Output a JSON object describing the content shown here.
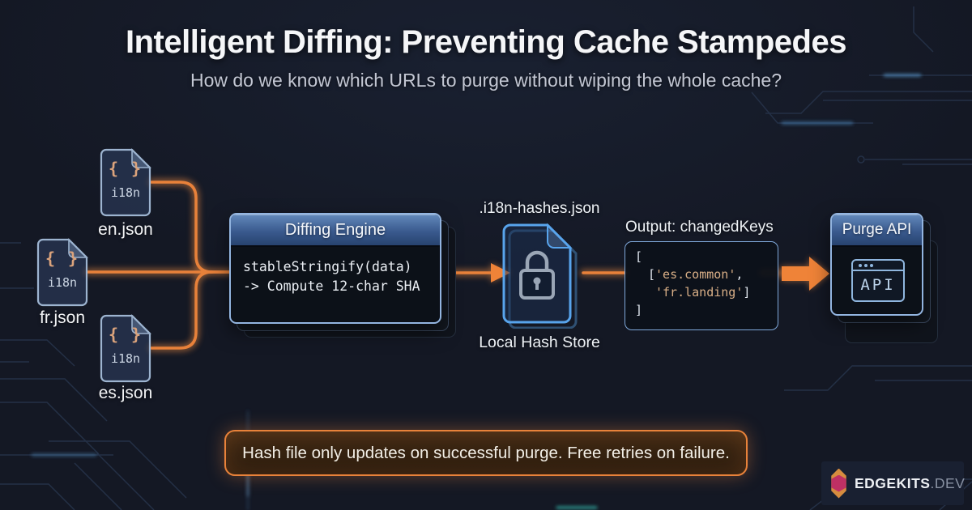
{
  "header": {
    "title": "Intelligent Diffing: Preventing Cache Stampedes",
    "subtitle": "How do we know which URLs to purge without wiping the whole cache?"
  },
  "sources": [
    {
      "braces": "{ }",
      "badge": "i18n",
      "label": "en.json"
    },
    {
      "braces": "{ }",
      "badge": "i18n",
      "label": "fr.json"
    },
    {
      "braces": "{ }",
      "badge": "i18n",
      "label": "es.json"
    }
  ],
  "engine": {
    "title": "Diffing Engine",
    "code_line_1": "stableStringify(data)",
    "code_line_2": "-> Compute 12-char SHA"
  },
  "hash_store": {
    "file_label": ".i18n-hashes.json",
    "caption": "Local Hash Store"
  },
  "output": {
    "label": "Output: changedKeys",
    "bracket_open": "[",
    "row1_open": "[",
    "row1_string": "'es.common'",
    "row1_sep": ",",
    "row2_string": "'fr.landing'",
    "row2_close": "]",
    "bracket_close": "]"
  },
  "purge": {
    "title": "Purge API",
    "icon_text": "API"
  },
  "banner": {
    "text": "Hash file only updates on successful purge. Free retries on failure."
  },
  "logo": {
    "brand": "EDGEKITS",
    "suffix": ".DEV"
  },
  "colors": {
    "background": "#141824",
    "accent_orange": "#e8813a",
    "node_border_blue": "#8fb2dd",
    "code_string_tan": "#d9af87",
    "logo_hex_orange": "#d68c3f",
    "logo_hex_magenta": "#bf3064"
  }
}
